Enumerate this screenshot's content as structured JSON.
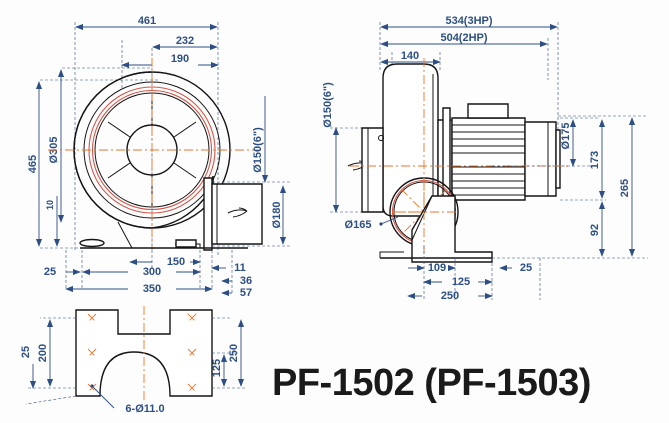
{
  "drawing": {
    "title": "PF-1502 (PF-1503)",
    "colors": {
      "background": "#fdfdfd",
      "outline": "#151515",
      "dimension": "#2d4f84",
      "centerline": "#e8762c",
      "impeller_red": "#d4564a"
    }
  },
  "views": {
    "front": {
      "name": "front-view",
      "dimensions": {
        "overall_width": "461",
        "inlet_offset": "232",
        "center_offset": "190",
        "overall_height": "465",
        "impeller_dia": "Ø305",
        "base_thickness": "10",
        "outlet_dia": "Ø150(6\")",
        "outlet_flange_dia": "Ø180",
        "foot_left": "25",
        "bolt_span": "300",
        "base_width": "350",
        "outlet_pos": "150",
        "flange_thk": "11",
        "dim_36": "36",
        "dim_57": "57"
      }
    },
    "side": {
      "name": "side-view",
      "dimensions": {
        "length_3hp": "534(3HP)",
        "length_2hp": "504(2HP)",
        "housing_width": "140",
        "inlet_dia": "Ø150(6\")",
        "motor_dia": "Ø175",
        "inlet_bore": "Ø165",
        "height_173": "173",
        "height_265": "265",
        "height_92": "92",
        "foot_109": "109",
        "foot_125": "125",
        "foot_250": "250",
        "foot_25": "25"
      }
    },
    "baseplate": {
      "name": "base-plate-view",
      "dimensions": {
        "edge_25": "25",
        "span_200": "200",
        "span_125": "125",
        "span_250": "250",
        "holes": "6-Ø11.0"
      }
    }
  }
}
